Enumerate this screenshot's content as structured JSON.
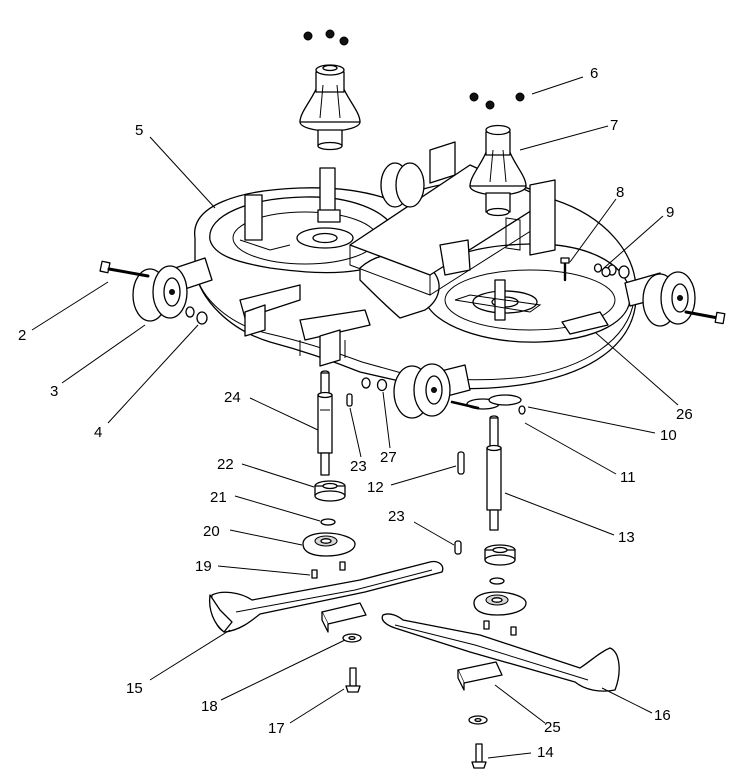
{
  "callouts": [
    {
      "id": "2",
      "label": "2"
    },
    {
      "id": "3",
      "label": "3"
    },
    {
      "id": "4",
      "label": "4"
    },
    {
      "id": "5",
      "label": "5"
    },
    {
      "id": "6",
      "label": "6"
    },
    {
      "id": "7",
      "label": "7"
    },
    {
      "id": "8",
      "label": "8"
    },
    {
      "id": "9",
      "label": "9"
    },
    {
      "id": "10",
      "label": "10"
    },
    {
      "id": "11",
      "label": "11"
    },
    {
      "id": "12",
      "label": "12"
    },
    {
      "id": "13",
      "label": "13"
    },
    {
      "id": "14",
      "label": "14"
    },
    {
      "id": "15",
      "label": "15"
    },
    {
      "id": "16",
      "label": "16"
    },
    {
      "id": "17",
      "label": "17"
    },
    {
      "id": "18",
      "label": "18"
    },
    {
      "id": "19",
      "label": "19"
    },
    {
      "id": "20",
      "label": "20"
    },
    {
      "id": "21",
      "label": "21"
    },
    {
      "id": "22",
      "label": "22"
    },
    {
      "id": "23a",
      "label": "23"
    },
    {
      "id": "23b",
      "label": "23"
    },
    {
      "id": "24",
      "label": "24"
    },
    {
      "id": "25",
      "label": "25"
    },
    {
      "id": "26",
      "label": "26"
    },
    {
      "id": "27",
      "label": "27"
    }
  ]
}
